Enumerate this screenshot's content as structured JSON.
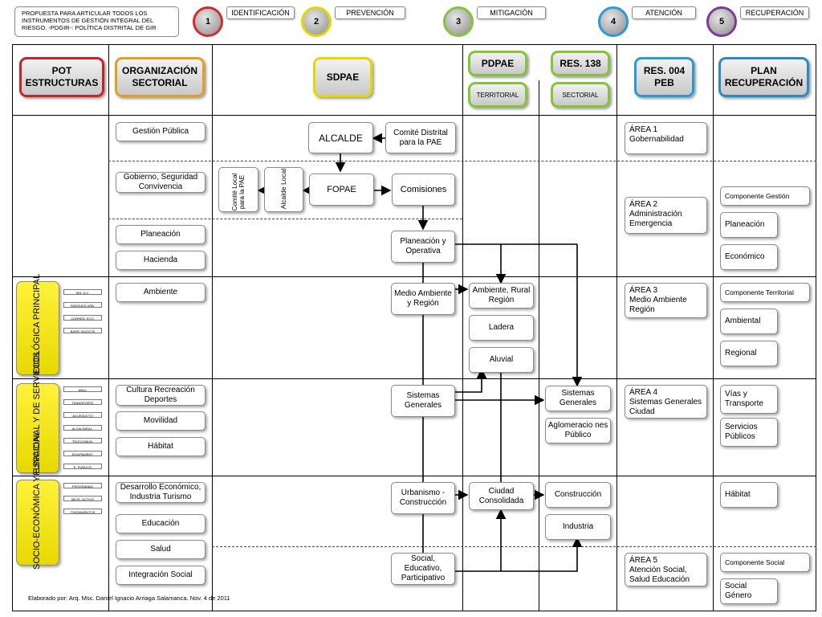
{
  "title_box": "PROPUESTA PARA ARTICULAR TODOS LOS INSTRUMENTOS DE GESTIÓN INTEGRAL DEL RIESGO. -PDGIR-: POLÍTICA DISTRITAL DE GIR",
  "phases": [
    {
      "num": "1",
      "label": "IDENTIFICACIÓN",
      "color": "#d52b2b"
    },
    {
      "num": "2",
      "label": "PREVENCIÓN",
      "color": "#e5d800"
    },
    {
      "num": "3",
      "label": "MITIGACIÓN",
      "color": "#86c33a"
    },
    {
      "num": "4",
      "label": "ATENCIÓN",
      "color": "#2a9ad6"
    },
    {
      "num": "5",
      "label": "RECUPERACIÓN",
      "color": "#7d3a9a"
    }
  ],
  "headers": {
    "pot": "POT ESTRUCTURAS",
    "org": "ORGANIZACIÓN SECTORIAL",
    "sdpae": "SDPAE",
    "pdpae": "PDPAE",
    "pdpae_sub": "TERRITORIAL",
    "res138": "RES. 138",
    "res138_sub": "SECTORIAL",
    "res004": "RES. 004 PEB",
    "plan": "PLAN RECUPERACIÓN"
  },
  "pot_rows": [
    {
      "label": "ECOLÓGICA PRINCIPAL",
      "items": [
        "SIR. D.C.",
        "PARQUES URB.",
        "CORRED. ECO.",
        "BARR. BOGOTÁ"
      ]
    },
    {
      "label": "FUNCIONAL Y DE SERVICIOS",
      "items": [
        "MALL",
        "TRANSPORTE",
        "ACUEDUCTO",
        "ALCALTARILL.",
        "TELECOMUN.",
        "EQUIPAMENT.",
        "E. PÚBLICO"
      ]
    },
    {
      "label": "SOCIO-ECONÓMICA Y ESPACIAL",
      "items": [
        "PROGRAMAS",
        "MEJO. ACTIVO",
        "TRATAMIENTOS"
      ]
    }
  ],
  "org_items": [
    "Gestión Pública",
    "Gobierno, Seguridad Convivencia",
    "Planeación",
    "Hacienda",
    "Ambiente",
    "Cultura Recreación Deportes",
    "Movilidad",
    "Hábitat",
    "Desarrollo Económico, Industria Turismo",
    "Educación",
    "Salud",
    "Integración Social"
  ],
  "sdpae": {
    "alcalde": "ALCALDE",
    "comite": "Comité Distrital para la PAE",
    "fopae": "FOPAE",
    "comisiones": "Comisiones",
    "comite_local": "Comité Local para la PAE",
    "alcalde_local": "Alcalde Local",
    "planeacion": "Planeación y Operativa",
    "medio": "Medio Ambiente y Región",
    "sistemas": "Sistemas Generales",
    "urbanismo": "Urbanismo - Construcción",
    "social": "Social, Educativo, Participativo"
  },
  "pdpae_items": [
    "Ambiente, Rural Región",
    "Ladera",
    "Aluvial",
    "Ciudad Consolidada"
  ],
  "res138_items": [
    "Sistemas Generales",
    "Aglomeracio nes Público",
    "Construcción",
    "Industria"
  ],
  "areas": [
    {
      "title": "ÁREA 1",
      "text": "Gobernabilidad"
    },
    {
      "title": "ÁREA 2",
      "text": "Administración Emergencia"
    },
    {
      "title": "ÁREA 3",
      "text": "Medio Ambiente Región"
    },
    {
      "title": "ÁREA 4",
      "text": "Sistemas Generales Ciudad"
    },
    {
      "title": "ÁREA 5",
      "text": "Atención Social, Salud Educación"
    }
  ],
  "plan_items": [
    "Componente Gestión",
    "Planeación",
    "Económico",
    "Componente Territorial",
    "Ambiental",
    "Regional",
    "Vías y Transporte",
    "Servicios Públicos",
    "Hábitat",
    "Componente Social",
    "Social Género"
  ],
  "footer": "Elaborado por: Arq. Msc. Daniel Ignacio Arriaga Salamanca. Nov. 4 de 2011"
}
